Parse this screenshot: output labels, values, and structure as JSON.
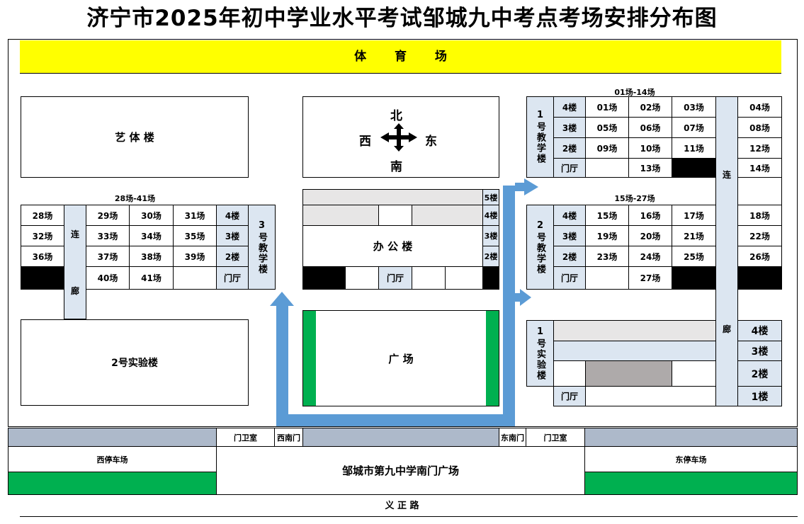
{
  "title": "济宁市2025年初中学业水平考试邹城九中考点考场安排分布图",
  "stadium": "体 育 场",
  "art_building": "艺  体  楼",
  "compass": {
    "north": "北",
    "south": "南",
    "west": "西",
    "east": "东"
  },
  "lab2": "2号实验楼",
  "office": "办 公 楼",
  "square": "广      场",
  "lobby": "门厅",
  "corridor_a": "连",
  "corridor_b": "廊",
  "b1": {
    "caption": "01场-14场",
    "name": "1号教学楼",
    "floors": [
      "4楼",
      "3楼",
      "2楼"
    ],
    "rows": [
      [
        "01场",
        "02场",
        "03场"
      ],
      [
        "05场",
        "06场",
        "07场"
      ],
      [
        "09场",
        "10场",
        "11场"
      ]
    ],
    "right": [
      "04场",
      "08场",
      "12场",
      "14场"
    ],
    "lobby_row": "13场"
  },
  "b2": {
    "caption": "15场-27场",
    "name": "2号教学楼",
    "floors": [
      "4楼",
      "3楼",
      "2楼"
    ],
    "rows": [
      [
        "15场",
        "16场",
        "17场"
      ],
      [
        "19场",
        "20场",
        "21场"
      ],
      [
        "23场",
        "24场",
        "25场"
      ]
    ],
    "right": [
      "18场",
      "22场",
      "26场"
    ],
    "lobby_row": "27场"
  },
  "b3": {
    "caption": "28场-41场",
    "name": "3号教学楼",
    "left": [
      "28场",
      "32场",
      "36场"
    ],
    "rows": [
      [
        "29场",
        "30场",
        "31场"
      ],
      [
        "33场",
        "34场",
        "35场"
      ],
      [
        "37场",
        "38场",
        "39场"
      ]
    ],
    "floors": [
      "4楼",
      "3楼",
      "2楼"
    ],
    "bottom": [
      "40场",
      "41场"
    ]
  },
  "office_floors": [
    "5楼",
    "4楼",
    "3楼",
    "2楼"
  ],
  "lab1": {
    "name": "1号实验楼",
    "floors": [
      "4楼",
      "3楼",
      "2楼",
      "1楼"
    ]
  },
  "guard": "门卫室",
  "sw_gate": "西南门",
  "se_gate": "东南门",
  "west_parking": "西停车场",
  "east_parking": "东停车场",
  "south_square": "邹城市第九中学南门广场",
  "road": "义    正    路",
  "colors": {
    "stadium": "#ffff00",
    "green": "#00b050",
    "arrow": "#5b9bd5",
    "floor": "#dce6f1"
  }
}
